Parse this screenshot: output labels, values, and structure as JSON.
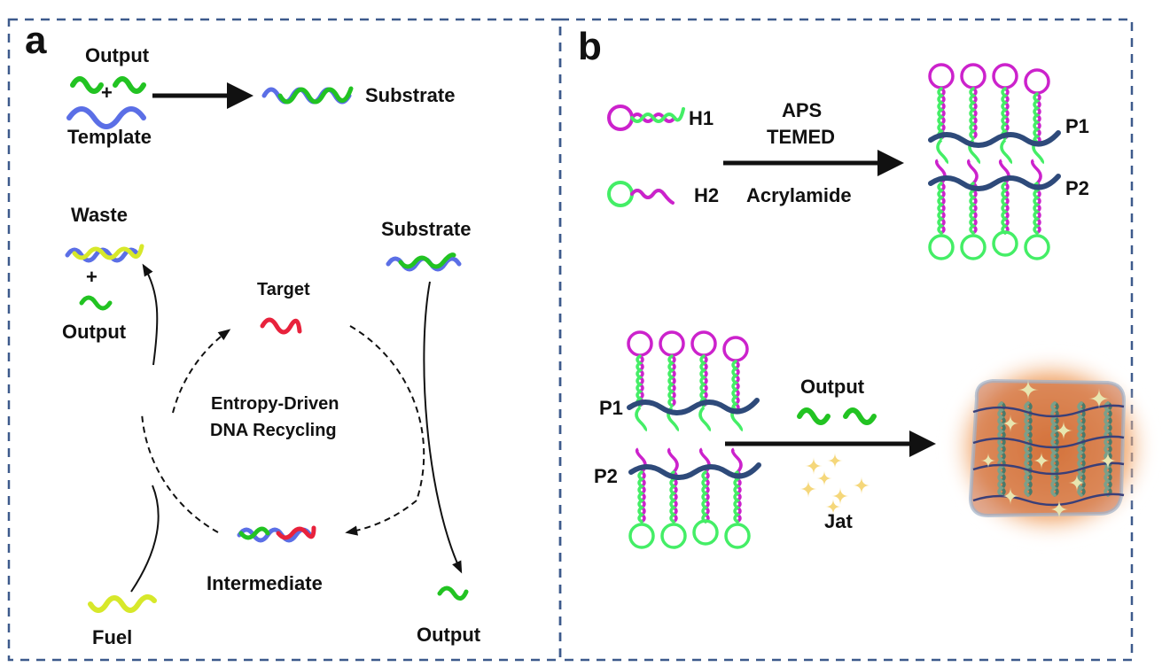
{
  "panels": {
    "a": {
      "label": "a",
      "top_reaction": {
        "output_label": "Output",
        "plus": "+",
        "template_label": "Template",
        "product_label": "Substrate"
      },
      "cycle": {
        "title_line1": "Entropy-Driven",
        "title_line2": "DNA Recycling",
        "waste_label": "Waste",
        "plus": "+",
        "waste_output_label": "Output",
        "target_label": "Target",
        "substrate_label": "Substrate",
        "intermediate_label": "Intermediate",
        "fuel_label": "Fuel",
        "released_output_label": "Output"
      }
    },
    "b": {
      "label": "b",
      "top_reaction": {
        "h1_label": "H1",
        "h2_label": "H2",
        "reagent_line1": "APS",
        "reagent_line2": "TEMED",
        "reagent_below": "Acrylamide",
        "p1_label": "P1",
        "p2_label": "P2"
      },
      "bottom_reaction": {
        "p1_label": "P1",
        "p2_label": "P2",
        "trigger_label": "Output",
        "dye_label": "Jat"
      }
    }
  },
  "colors": {
    "border": "#3d5a8c",
    "output_strand": "#22c322",
    "template_strand": "#5b6fe6",
    "target_strand": "#e8223c",
    "fuel_strand": "#d7e82a",
    "h1_loop": "#cc22cc",
    "h2_loop": "#44ee66",
    "polymer_backbone": "#2e4a7a",
    "hydrogel_glow": "#e8742a",
    "dye_star": "#f5d77a"
  }
}
